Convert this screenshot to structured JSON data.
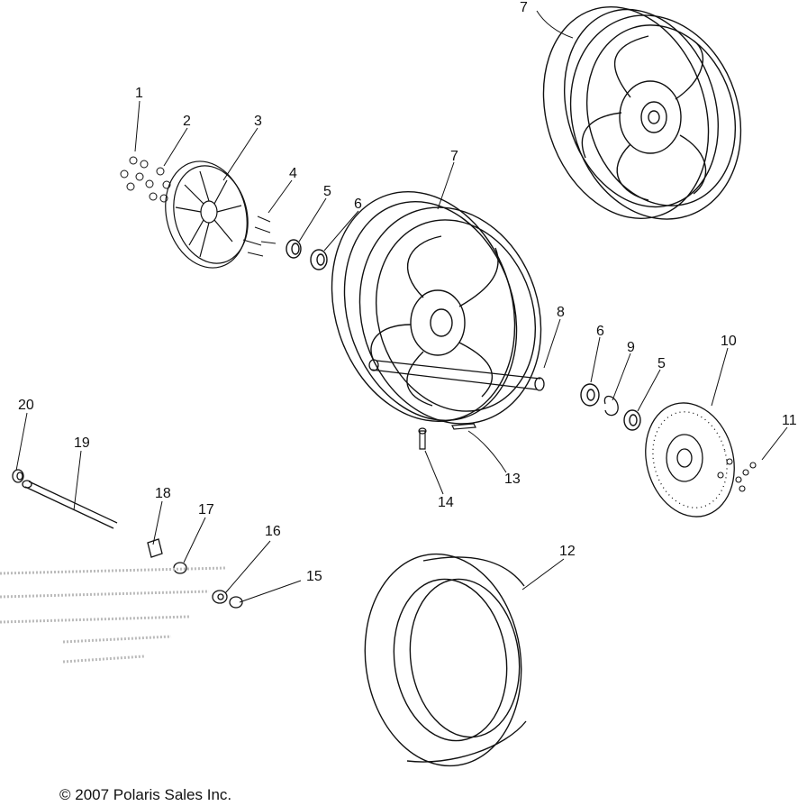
{
  "callouts": [
    {
      "id": "callout-1",
      "number": "1"
    },
    {
      "id": "callout-2",
      "number": "2"
    },
    {
      "id": "callout-3",
      "number": "3"
    },
    {
      "id": "callout-4",
      "number": "4"
    },
    {
      "id": "callout-5a",
      "number": "5"
    },
    {
      "id": "callout-6a",
      "number": "6"
    },
    {
      "id": "callout-7a",
      "number": "7"
    },
    {
      "id": "callout-7b",
      "number": "7"
    },
    {
      "id": "callout-8",
      "number": "8"
    },
    {
      "id": "callout-6b",
      "number": "6"
    },
    {
      "id": "callout-9",
      "number": "9"
    },
    {
      "id": "callout-5b",
      "number": "5"
    },
    {
      "id": "callout-10",
      "number": "10"
    },
    {
      "id": "callout-11",
      "number": "11"
    },
    {
      "id": "callout-12",
      "number": "12"
    },
    {
      "id": "callout-13",
      "number": "13"
    },
    {
      "id": "callout-14",
      "number": "14"
    },
    {
      "id": "callout-15",
      "number": "15"
    },
    {
      "id": "callout-16",
      "number": "16"
    },
    {
      "id": "callout-17",
      "number": "17"
    },
    {
      "id": "callout-18",
      "number": "18"
    },
    {
      "id": "callout-19",
      "number": "19"
    },
    {
      "id": "callout-20",
      "number": "20"
    }
  ],
  "copyright": "© 2007 Polaris Sales Inc."
}
